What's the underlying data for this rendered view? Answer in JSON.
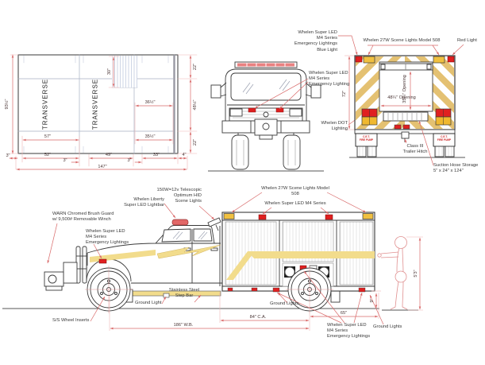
{
  "colors": {
    "outline": "#3a3a3a",
    "dim_red": "#d96a6a",
    "chevron_gold": "#e4c172",
    "stripe_yellow": "#f2dc8c",
    "light_red": "#e02020",
    "light_amber": "#f0b830",
    "person_pink": "#e09090"
  },
  "plan": {
    "transverse_left": "TRANSVERSE",
    "transverse_right": "TRANSVERSE",
    "dim_height": "93½\"",
    "dim_30": "30\"",
    "dim_22_top": "22\"",
    "dim_48": "48½\"",
    "dim_22_bottom": "22\"",
    "dim_36": "36½\"",
    "dim_35": "35½\"",
    "dim_57": "57\"",
    "dim_3_left": "3\"",
    "dim_52": "52\"",
    "dim_3_mid": "3\"",
    "dim_49": "49\"",
    "dim_3_right": "3\"",
    "dim_33": "33\"",
    "dim_4": "4\"",
    "dim_total": "147\""
  },
  "front": {
    "label_blue": "Whelen Super LED\nM4 Series\nEmergency Lightings\nBlue Light",
    "label_m4": "Whelen Super LED\nM4 Series\nEmergency Lighting",
    "label_dot": "Whelen DOT\nLighting",
    "dim_72": "72\""
  },
  "rear": {
    "label_scene": "Whelen 27W Scene Lights Model 508",
    "label_red": "Red Light",
    "dim_opening_v": "35¼\" Opening",
    "dim_opening_h": "48¼\" Opening",
    "label_hitch": "Class III\nTrailer Hitch",
    "label_suction": "Suction Hose Storage\n5\" x 24\" x 124\"",
    "mud_flap": "C.E.T.\nFIRE PUMP"
  },
  "side": {
    "label_warn": "WARN Chromed Brush Guard\nw/ 9,500# Removable Winch",
    "label_m4_cab": "Whelen Super LED\nM4 Series\nEmergency Lightings",
    "label_liberty": "Whelen Liberty\nSuper LED Lightbar",
    "label_telescopic": "150W=12v Telescopic\nOptimum HID\nScene Lights",
    "label_scene": "Whelen 27W Scene Lights Model 508",
    "label_m4_body": "Whelen Super LED M4 Series",
    "label_ground_light": "Ground Light",
    "label_step": "Stainless Steel\nStep Bar",
    "label_inserts": "S/S Wheel Inserts",
    "label_ground_mid": "Ground Lights",
    "label_m4_rear": "Whelen Super LED\nM4 Series\nEmergency Lightings",
    "label_ground_rear": "Ground Lights",
    "dim_wb": "186\" W.B.",
    "dim_ca": "84\" C.A.",
    "dim_65": "65\"",
    "dim_9": "9\"",
    "dim_person": "5'3\""
  }
}
